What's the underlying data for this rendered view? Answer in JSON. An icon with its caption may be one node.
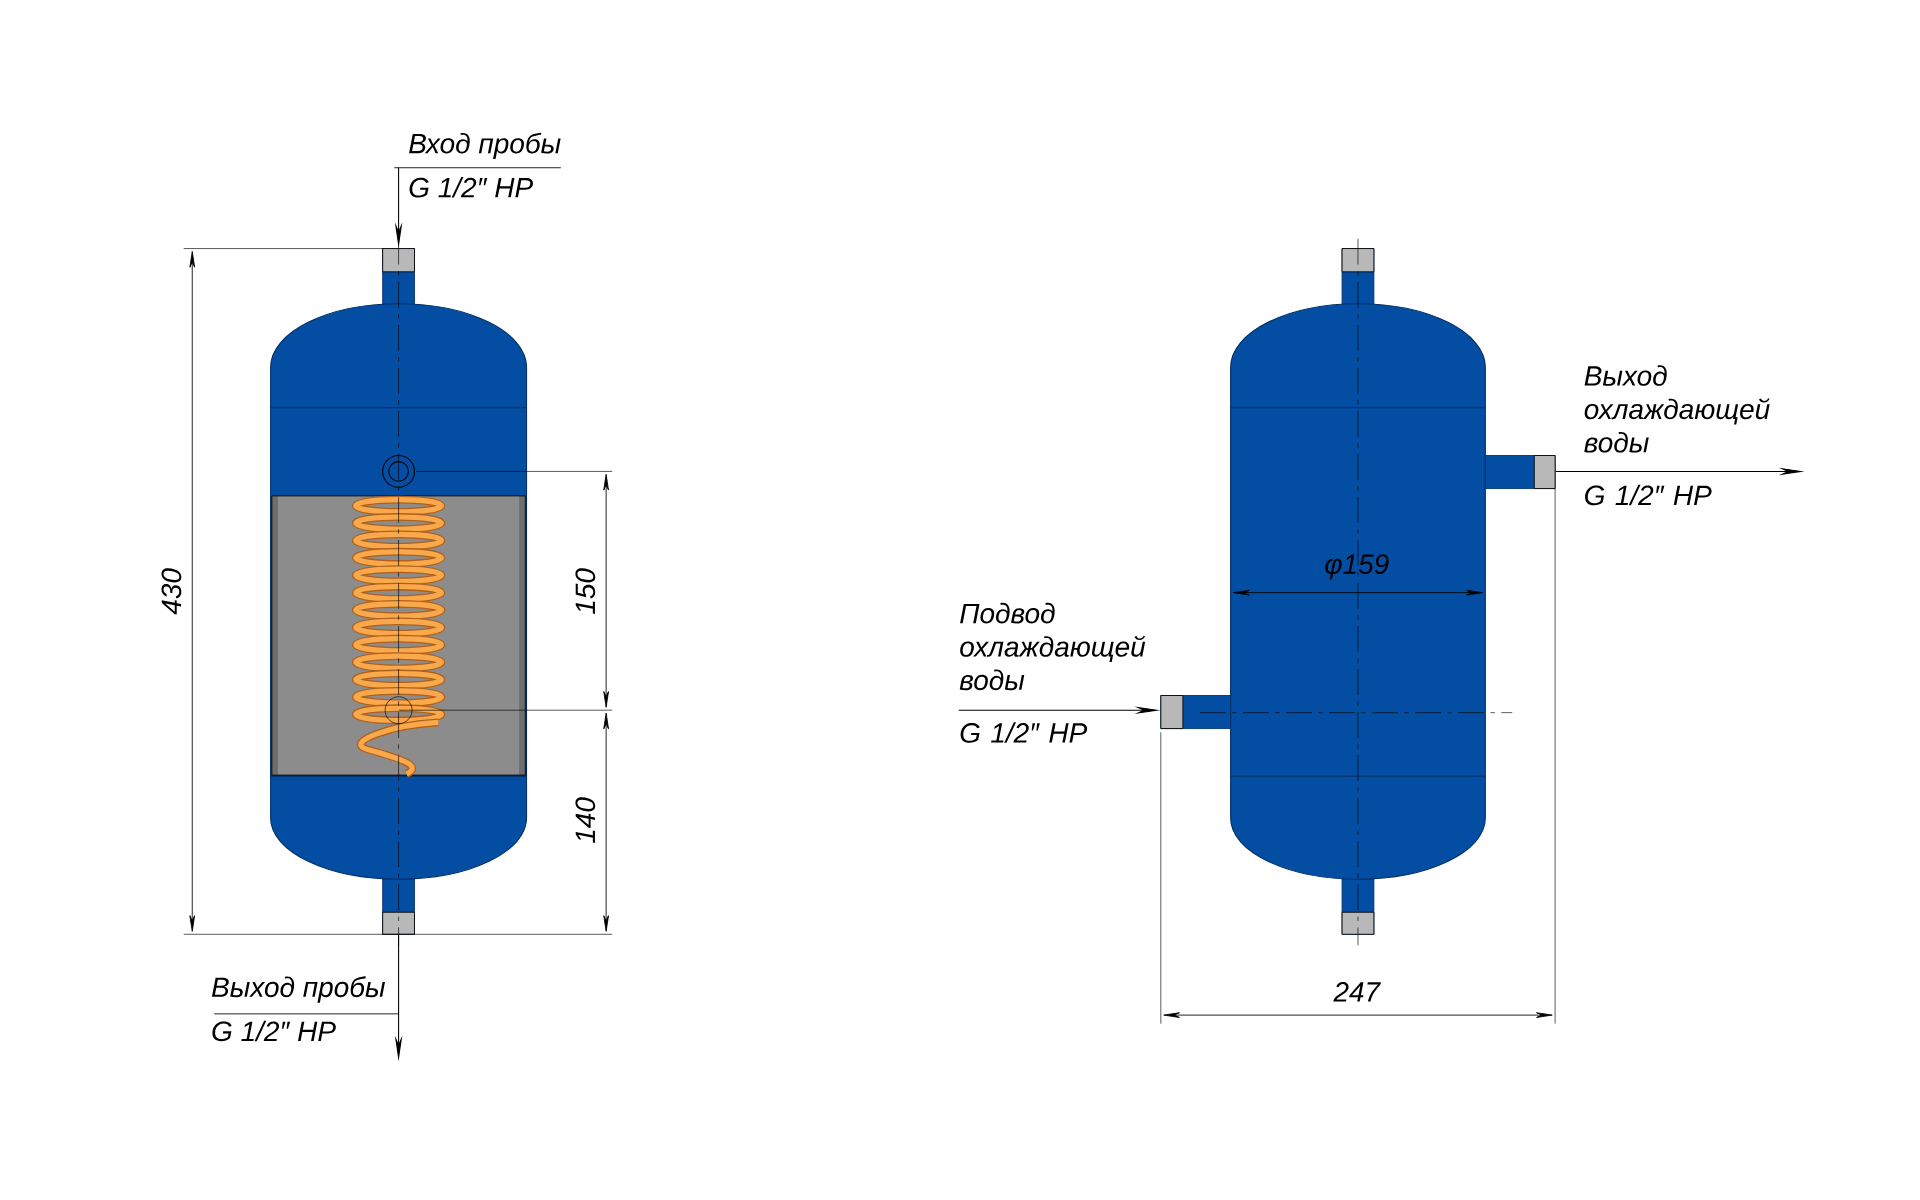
{
  "diagram": {
    "nodes": [
      {
        "text": [],
        "shape": "picture"
      },
      {
        "text": [],
        "shape": "picture"
      },
      {
        "text": [
          "Вход пробы",
          "G 1/2″ НР"
        ]
      },
      {
        "text": [
          "Выход пробы",
          "G 1/2″ НР"
        ]
      },
      {
        "text": [
          "Подвод охлаждающей воды",
          "G 1/2″ НР"
        ]
      },
      {
        "text": [
          "Выход охлаждающей воды",
          "G 1/2″ НР"
        ]
      }
    ],
    "edges": [
      {
        "from": 2,
        "to": 0,
        "arrow": "to"
      },
      {
        "from": 0,
        "to": 3,
        "arrow": "to"
      },
      {
        "from": 4,
        "to": 1,
        "arrow": "to"
      },
      {
        "from": 1,
        "to": 5,
        "arrow": "to"
      }
    ],
    "labels": [
      "430",
      "150",
      "140",
      "φ159",
      "247"
    ]
  }
}
